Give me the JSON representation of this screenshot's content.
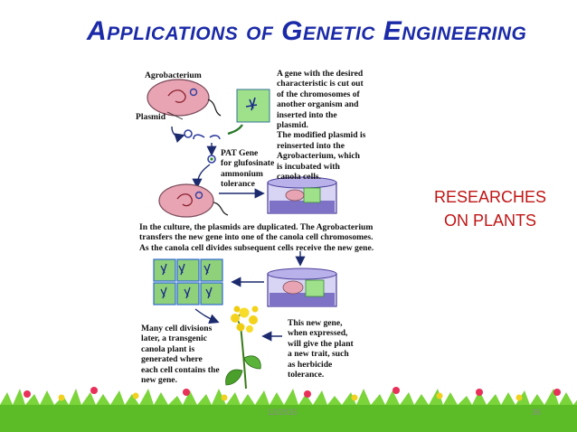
{
  "slide": {
    "title": "Applications of Genetic Engineering",
    "side_note": "RESEARCHES\nON PLANTS",
    "footer_date": "12/2015",
    "page_number": "36"
  },
  "diagram": {
    "labels": {
      "agrobacterium": "Agrobacterium",
      "plasmid": "Plasmid",
      "pat_gene": "PAT Gene\nfor glufosinate\nammonium\ntolerance",
      "step1": "A gene with the desired\ncharacteristic is cut out\nof the chromosomes of\nanother organism and\ninserted into the\nplasmid.\nThe modified plasmid is\nreinserted into the\nAgrobacterium, which\nis incubated with\ncanola cells.",
      "step2": "In the culture, the plasmids are duplicated. The Agrobacterium\ntransfers the new gene into one of the canola cell chromosomes.\nAs the canola cell divides subsequent cells receive the new gene.",
      "step3": "Many cell divisions\nlater, a transgenic\ncanola plant is\ngenerated where\neach cell contains the\nnew gene.",
      "step4": "This new gene,\nwhen expressed,\nwill give the plant\na new trait, such\nas herbicide\ntolerance."
    }
  },
  "colors": {
    "title": "#1b2aa8",
    "side_note": "#c01515",
    "cell_fill": "#e8a4b2",
    "plant_cell": "#8fd07a",
    "dish": "#7d72c6",
    "arrow": "#1c2a6e"
  }
}
